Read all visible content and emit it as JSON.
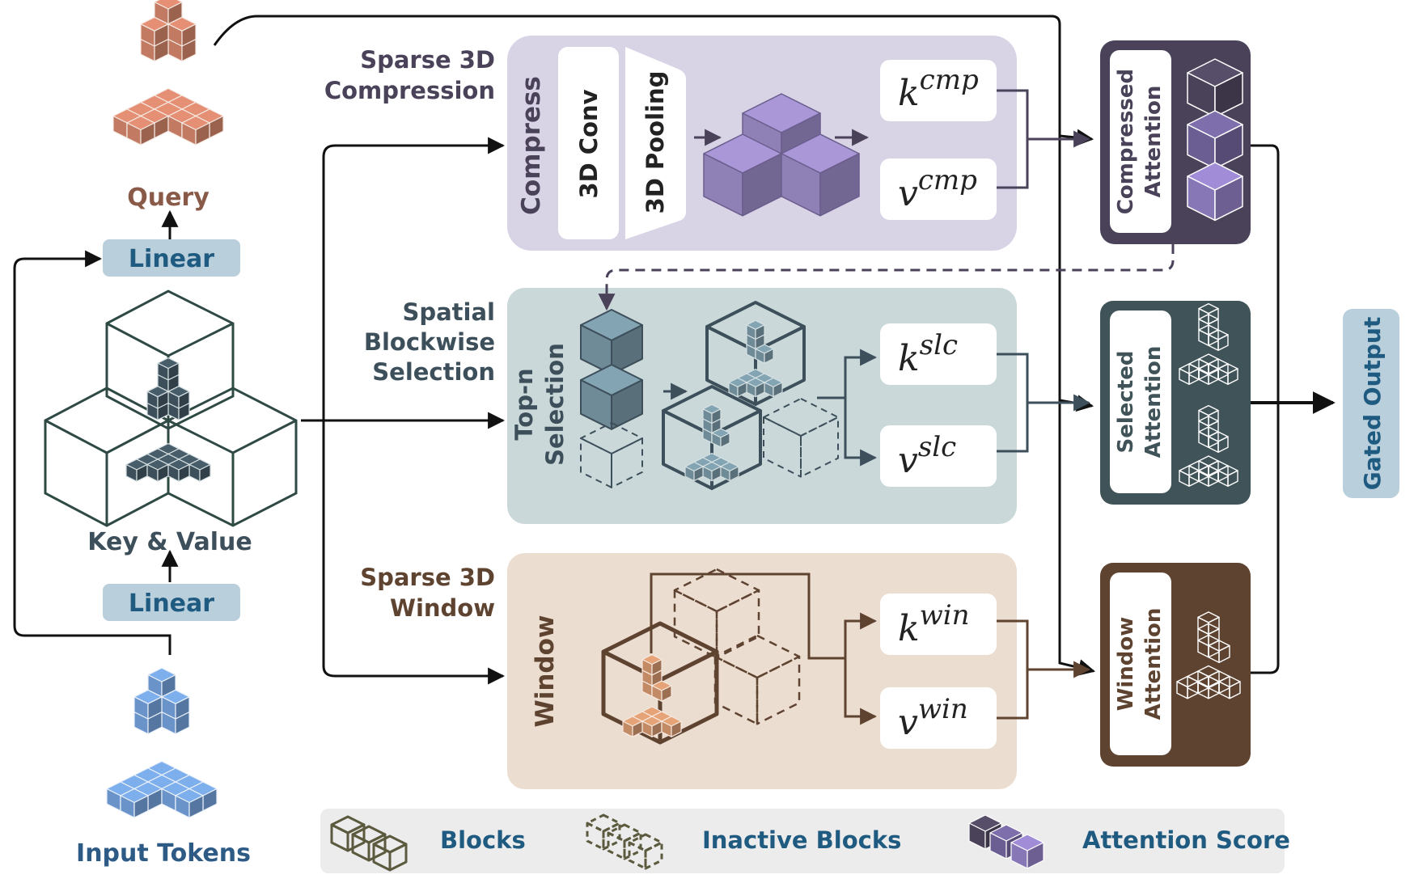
{
  "inputs": {
    "query_label": "Query",
    "kv_label": "Key & Value",
    "input_label": "Input Tokens",
    "linear_top": "Linear",
    "linear_bottom": "Linear"
  },
  "branches": {
    "compression": {
      "title_line1": "Sparse 3D",
      "title_line2": "Compression",
      "stage_label": "Compress",
      "conv_label": "3D Conv",
      "pool_label": "3D Pooling",
      "k_base": "k",
      "k_sup": "cmp",
      "v_base": "v",
      "v_sup": "cmp",
      "attention_line1": "Compressed",
      "attention_line2": "Attention"
    },
    "selection": {
      "title_line1": "Spatial",
      "title_line2": "Blockwise",
      "title_line3": "Selection",
      "stage_line1": "Top-n",
      "stage_line2": "Selection",
      "k_base": "k",
      "k_sup": "slc",
      "v_base": "v",
      "v_sup": "slc",
      "attention_line1": "Selected",
      "attention_line2": "Attention"
    },
    "window": {
      "title_line1": "Sparse 3D",
      "title_line2": "Window",
      "stage_label": "Window",
      "k_base": "k",
      "k_sup": "win",
      "v_base": "v",
      "v_sup": "win",
      "attention_line1": "Window",
      "attention_line2": "Attention"
    }
  },
  "output": {
    "label": "Gated Output"
  },
  "legend": {
    "blocks": "Blocks",
    "inactive": "Inactive Blocks",
    "score": "Attention Score"
  },
  "colors": {
    "query": "#c27a62",
    "tokens": "#6a94c9",
    "kv": "#3c4f5a",
    "compression_bg": "#d9d3e6",
    "compression_card": "#4a4259",
    "selection_bg": "#cad8da",
    "selection_card": "#3f5358",
    "window_bg": "#ecddd1",
    "window_card": "#5e4330",
    "linear_box": "#b9cfdb",
    "linear_text": "#1f5a80",
    "gated_box": "#b9cfdb",
    "gated_text": "#1f5a80",
    "legend_bg": "#ececec"
  }
}
